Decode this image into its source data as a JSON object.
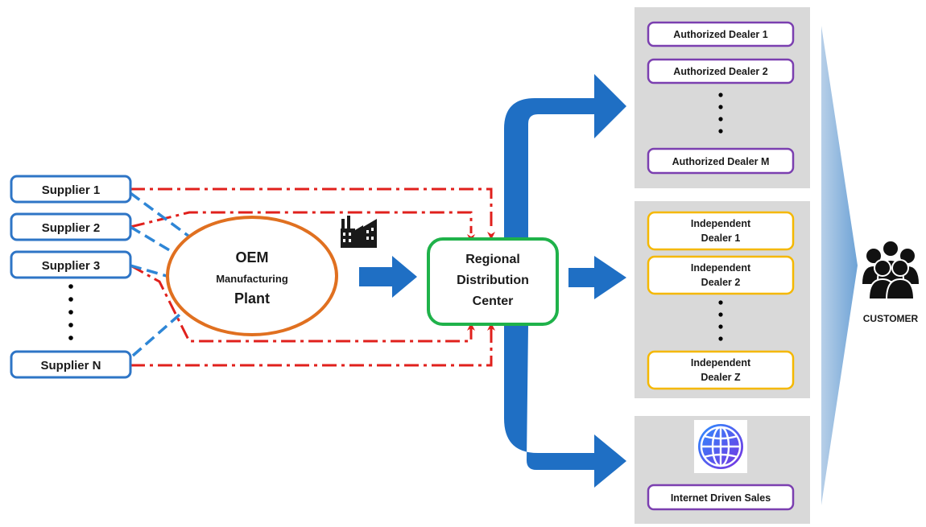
{
  "suppliers": {
    "s1": "Supplier 1",
    "s2": "Supplier 2",
    "s3": "Supplier 3",
    "sn": "Supplier N"
  },
  "oem": {
    "line1": "OEM",
    "line2": "Manufacturing",
    "line3": "Plant"
  },
  "distribution_center": {
    "line1": "Regional",
    "line2": "Distribution",
    "line3": "Center"
  },
  "authorized_dealers": {
    "d1": "Authorized Dealer 1",
    "d2": "Authorized Dealer 2",
    "dm": "Authorized Dealer M"
  },
  "independent_dealers": {
    "d1_line1": "Independent",
    "d1_line2": "Dealer 1",
    "d2_line1": "Independent",
    "d2_line2": "Dealer 2",
    "dz_line1": "Independent",
    "dz_line2": "Dealer Z"
  },
  "internet": {
    "label": "Internet Driven Sales",
    "icon": "globe-icon"
  },
  "customer": {
    "label": "CUSTOMER",
    "icon": "people-group-icon"
  },
  "factory_icon": "factory-icon",
  "colors": {
    "supplier_border": "#2e75c6",
    "oem_border": "#e07020",
    "center_border": "#1fb24a",
    "authorized_border": "#7b3fb0",
    "independent_border": "#f5b800",
    "flow_arrow": "#1f6fc4",
    "info_line": "#e0201c",
    "panel_bg": "#d9d9d9"
  }
}
